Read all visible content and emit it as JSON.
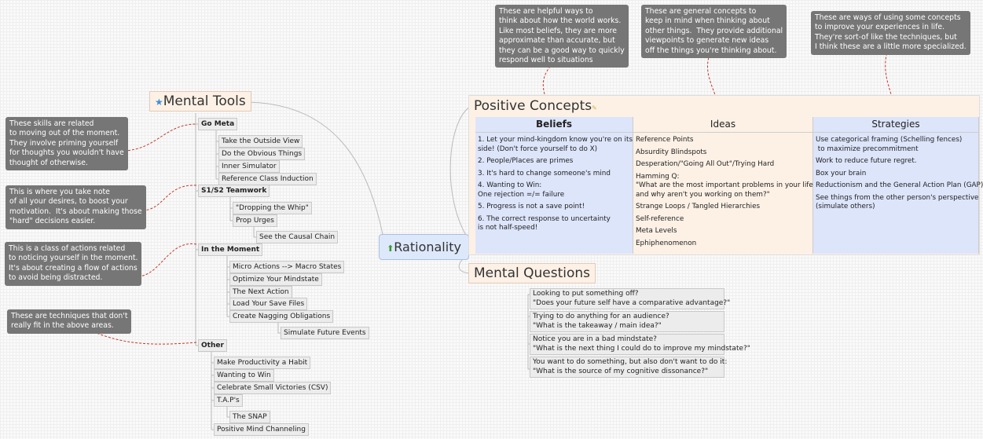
{
  "central": {
    "label": "Rationality",
    "icon": "green-up-arrow-icon"
  },
  "mental_tools": {
    "label": "Mental Tools",
    "icon": "star-icon",
    "groups": [
      {
        "label": "Go Meta",
        "items": [
          "Take the Outside View",
          "Do the Obvious Things",
          "Inner Simulator",
          "Reference Class Induction"
        ]
      },
      {
        "label": "S1/S2 Teamwork",
        "items": [
          "\"Dropping the Whip\"",
          "Prop Urges"
        ],
        "sub": "See the Causal Chain"
      },
      {
        "label": "In the Moment",
        "items": [
          "Micro Actions --> Macro States",
          "Optimize Your Mindstate",
          "The Next Action",
          "Load Your Save Files",
          "Create Nagging Obligations"
        ],
        "sub": "Simulate Future Events"
      },
      {
        "label": "Other",
        "items": [
          "Make Productivity a Habit",
          "Wanting to Win",
          "Celebrate Small Victories (CSV)",
          "T.A.P's",
          "Positive Mind Channeling"
        ],
        "sub": "The SNAP"
      }
    ],
    "notes": [
      "These skills are related\nto moving out of the moment.\nThey involve priming yourself\nfor thoughts you wouldn't have\nthought of otherwise.",
      "This is where you take note\nof all your desires, to boost your\nmotivation.  It's about making those\n\"hard\" decisions easier.",
      "This is a class of actions related\nto noticing yourself in the moment.\nIt's about creating a flow of actions\nto avoid being distracted.",
      "These are techniques that don't\nreally fit in the above areas."
    ]
  },
  "positive_concepts": {
    "label": "Positive Concepts",
    "columns": [
      {
        "header": "Beliefs",
        "items": [
          "1. Let your mind-kingdom know you're on its\nside! (Don't force yourself to do X)",
          "2. People/Places are primes",
          "3. It's hard to change someone's mind",
          "4. Wanting to Win:\nOne rejection =/= failure",
          "5. Progress is not a save point!",
          "6. The correct response to uncertainty\nis not half-speed!"
        ],
        "note": "These are helpful ways to\nthink about how the world works.\nLike most beliefs, they are more\napproximate than accurate, but\nthey can be a good way to quickly\nrespond well to situations"
      },
      {
        "header": "Ideas",
        "items": [
          "Reference Points",
          "Absurdity Blindspots",
          "Desperation/\"Going All Out\"/Trying Hard",
          "Hamming Q:\n\"What are the most important problems in your life,\nand why aren't you working on them?\"",
          "Strange Loops / Tangled Hierarchies",
          "Self-reference",
          "Meta Levels",
          "Ephiphenomenon"
        ],
        "note": "These are general concepts to\nkeep in mind when thinking about\nother things.  They provide additional\nviewpoints to generate new ideas\noff the things you're thinking about."
      },
      {
        "header": "Strategies",
        "items": [
          "Use categorical framing (Schelling fences)\n to maximize precommitment",
          "Work to reduce future regret.",
          "Box your brain",
          "Reductionism and the General Action Plan (GAP)",
          "See things from the other person's perspective\n(simulate others)"
        ],
        "note": "These are ways of using some concepts\nto improve your experiences in life.\nThey're sort-of like the techniques, but\nI think these are a little more specialized."
      }
    ]
  },
  "mental_questions": {
    "label": "Mental Questions",
    "items": [
      "Looking to put something off?\n\"Does your future self have a comparative advantage?\"",
      "Trying to do anything for an audience?\n\"What is the takeaway / main idea?\"",
      "Notice you are in a bad mindstate?\n\"What is the next thing I could do to improve my mindstate?\"",
      "You want to do something, but also don't want to do it:\n\"What is the source of my cognitive dissonance?\""
    ]
  },
  "colors": {
    "note_bg": "#767676",
    "relation": "#c0392b",
    "beliefs_bg": "#dde5fb",
    "ideas_bg": "#fdf1e6"
  }
}
